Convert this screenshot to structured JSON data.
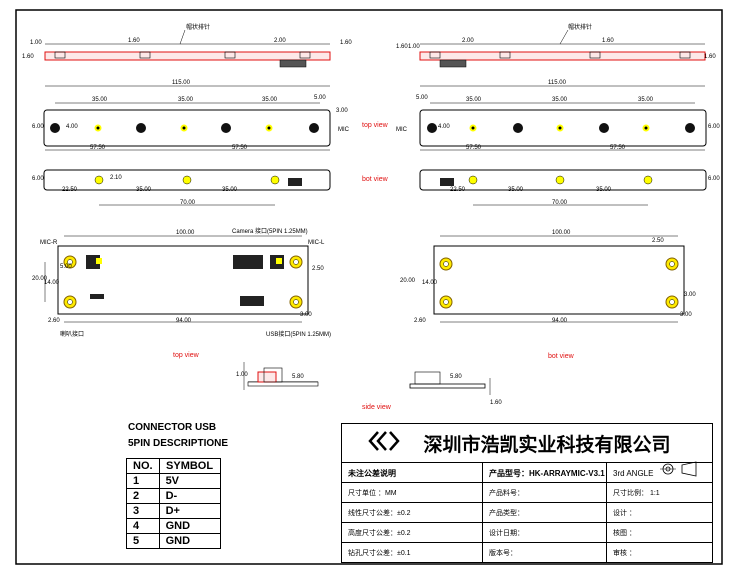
{
  "labels": {
    "top_view_right_upper": "top view",
    "bot_view": "bot view",
    "top_view_main": "top view",
    "bot_view_main": "bot view",
    "side_view": "side view",
    "mic": "MIC",
    "mic_r": "MIC-R",
    "mic_l": "MIC-L",
    "camera": "Camera 接口(5PIN 1.25MM)",
    "usb": "USB接口(5PIN 1.25MM)",
    "speaker": "喇叭接口",
    "mark_pin": "帽状排针"
  },
  "dims": {
    "d_1_00": "1.00",
    "d_1_60": "1.60",
    "d_2_00": "2.00",
    "d_5_80": "5.80",
    "d_115": "115.00",
    "d_35": "35.00",
    "d_57_5": "57.50",
    "d_6": "6.00",
    "d_3": "3.00",
    "d_5": "5.00",
    "d_22_5": "22.50",
    "d_70": "70.00",
    "d_100": "100.00",
    "d_20": "20.00",
    "d_14": "14.00",
    "d_94": "94.00",
    "d_2_60": "2.60",
    "d_2_50": "2.50",
    "d_2_1": "2.10",
    "d_4": "4.00"
  },
  "connector": {
    "title_line1": "CONNECTOR USB",
    "title_line2": "5PIN DESCRIPTIONE",
    "col_no": "NO.",
    "col_symbol": "SYMBOL",
    "pins": [
      {
        "no": "1",
        "symbol": "5V"
      },
      {
        "no": "2",
        "symbol": "D-"
      },
      {
        "no": "3",
        "symbol": "D+"
      },
      {
        "no": "4",
        "symbol": "GND"
      },
      {
        "no": "5",
        "symbol": "GND"
      }
    ]
  },
  "title_block": {
    "company": "深圳市浩凯实业科技有限公司",
    "r1c1": "未注公差说明",
    "r1c2": "产品型号：HK-ARRAYMIC-V3.1",
    "r1c3": "3rd ANGLE",
    "r2c1": "尺寸单位      ：MM",
    "r2c2": "产品料号：",
    "r2c3": "尺寸比例：  1:1",
    "r3c1": "线性尺寸公差：±0.2",
    "r3c2": "产品类型：",
    "r3c3": "设计    ：",
    "r4c1": "高度尺寸公差：±0.2",
    "r4c2": "设计日期：",
    "r4c3": "核图    ：",
    "r5c1": "钻孔尺寸公差：±0.1",
    "r5c2": "版本号：",
    "r5c3": "审核    ："
  }
}
